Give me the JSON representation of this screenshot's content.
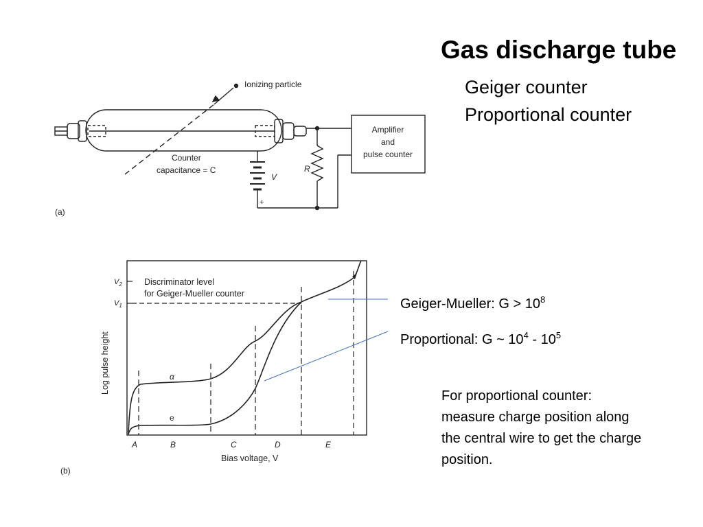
{
  "slide": {
    "title": "Gas discharge tube",
    "subtitles": [
      "Geiger counter",
      "Proportional counter"
    ]
  },
  "figure_a": {
    "panel_label": "(a)",
    "ionizing_particle": "Ionizing particle",
    "counter_line1": "Counter",
    "counter_line2": "capacitance = C",
    "resistor": "R",
    "voltage": "V",
    "plus": "+",
    "amplifier_lines": [
      "Amplifier",
      "and",
      "pulse counter"
    ]
  },
  "figure_b": {
    "panel_label": "(b)",
    "y_axis_label": "Log pulse height",
    "x_axis_label": "Bias voltage, V",
    "v2_label": "V",
    "v2_sub": "2",
    "v1_label": "V",
    "v1_sub": "1",
    "discriminator_line1": "Discriminator level",
    "discriminator_line2": "for Geiger-Mueller counter",
    "curve_alpha": "α",
    "curve_e": "e",
    "regions": [
      "A",
      "B",
      "C",
      "D",
      "E"
    ]
  },
  "annotations": {
    "geiger_text": "Geiger-Mueller: G > 10",
    "geiger_exp": "8",
    "prop_text": "Proportional: G ~ 10",
    "prop_exp1": "4",
    "prop_mid": " - 10",
    "prop_exp2": "5",
    "leader_color": "#4472c4"
  },
  "paragraph": {
    "lines": [
      "For proportional counter:",
      "measure charge position along",
      "the central wire to get the charge",
      "position."
    ]
  }
}
